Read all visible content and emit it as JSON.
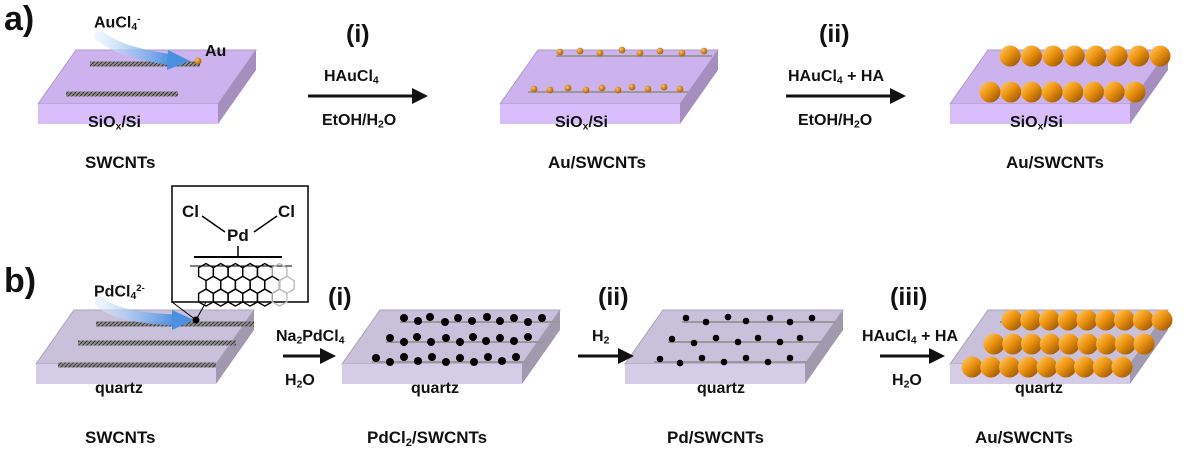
{
  "panel_a": {
    "letter": "a)",
    "steps": [
      {
        "numeral": "(i)",
        "reagent": [
          "HAuCl",
          "4",
          ""
        ],
        "solvent": [
          "EtOH/H",
          "2",
          "O"
        ]
      },
      {
        "numeral": "(ii)",
        "reagent": [
          "HAuCl",
          "4",
          " + HA"
        ],
        "solvent": [
          "EtOH/H",
          "2",
          "O"
        ]
      }
    ],
    "stages": [
      {
        "substrate": [
          "SiO",
          "x",
          "/Si"
        ],
        "caption": "SWCNTs",
        "particles": "none"
      },
      {
        "substrate": [
          "SiO",
          "x",
          "/Si"
        ],
        "caption": "Au/SWCNTs",
        "particles": "small-gold"
      },
      {
        "substrate": [
          "SiO",
          "x",
          "/Si"
        ],
        "caption": "Au/SWCNTs",
        "particles": "large-gold"
      }
    ],
    "precursor": [
      "AuCl",
      "4",
      "-"
    ],
    "metal": "Au",
    "substrate_color": "#cdb3ee"
  },
  "panel_b": {
    "letter": "b)",
    "steps": [
      {
        "numeral": "(i)",
        "reagent": [
          "Na",
          "2",
          "PdCl",
          "4",
          ""
        ],
        "solvent": [
          "H",
          "2",
          "O"
        ]
      },
      {
        "numeral": "(ii)",
        "reagent": [
          "H",
          "2",
          ""
        ],
        "solvent": [
          "",
          "",
          ""
        ]
      },
      {
        "numeral": "(iii)",
        "reagent": [
          "HAuCl",
          "4",
          " + HA"
        ],
        "solvent": [
          "H",
          "2",
          "O"
        ]
      }
    ],
    "stages": [
      {
        "substrate": "quartz",
        "caption": "SWCNTs",
        "particles": "none"
      },
      {
        "substrate": "quartz",
        "caption_parts": [
          "PdCl",
          "2",
          "/SWCNTs"
        ],
        "particles": "black"
      },
      {
        "substrate": "quartz",
        "caption": "Pd/SWCNTs",
        "particles": "black-sparse"
      },
      {
        "substrate": "quartz",
        "caption": "Au/SWCNTs",
        "particles": "large-gold"
      }
    ],
    "precursor": [
      "PdCl",
      "4",
      "2-"
    ],
    "inset": {
      "left_atom": "Cl",
      "center_atom": "Pd",
      "right_atom": "Cl"
    },
    "substrate_color": "#c9c0db"
  },
  "colors": {
    "gold": "#e8900e",
    "gold_dark": "#9a5300",
    "black": "#000000",
    "arrow": "#111111",
    "blue_arrow": "#5aa0e8"
  }
}
